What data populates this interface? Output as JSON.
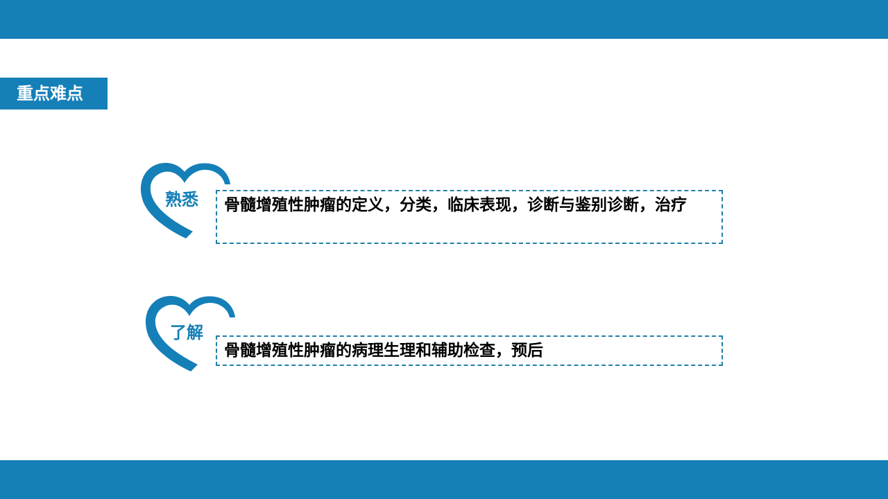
{
  "slide": {
    "section_title": "重点难点",
    "colors": {
      "accent": "#157fb8",
      "box_border": "#1f7fa8",
      "text": "#000000",
      "background": "#ffffff"
    },
    "items": [
      {
        "icon": "heart-icon",
        "label": "熟悉",
        "text": "骨髓增殖性肿瘤的定义，分类，临床表现，诊断与鉴别诊断，治疗"
      },
      {
        "icon": "heart-icon",
        "label": "了解",
        "text": "骨髓增殖性肿瘤的病理生理和辅助检查，预后"
      }
    ]
  }
}
